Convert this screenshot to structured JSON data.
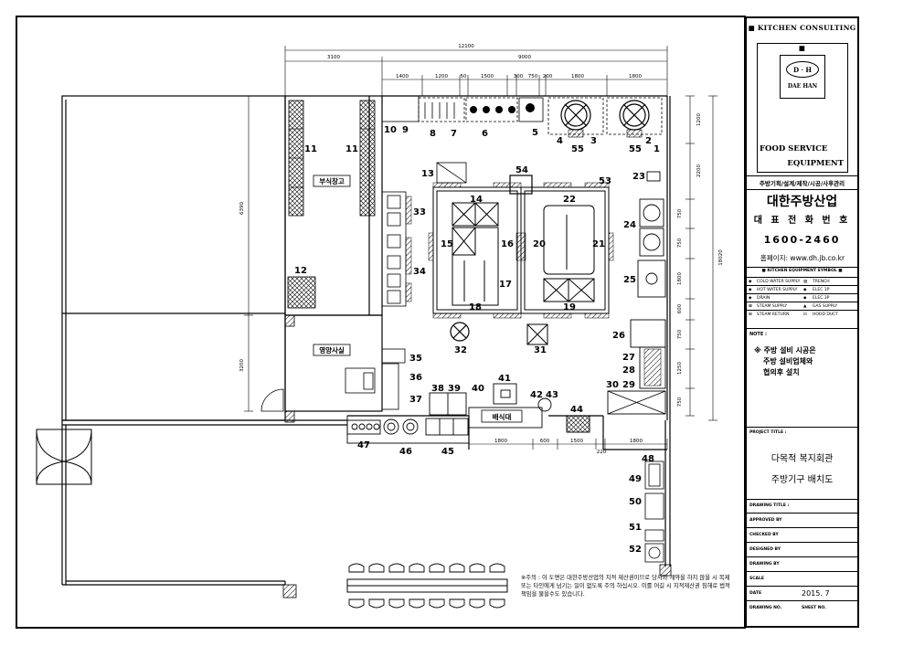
{
  "drawing": {
    "top_dims": {
      "overall": "12100",
      "left": "3100",
      "right": "9000"
    },
    "segment_dims": [
      "1400",
      "1200",
      "50",
      "1500",
      "300",
      "750",
      "200",
      "1800",
      "1800"
    ],
    "left_dim": "6390",
    "left_dim2": "3200",
    "bottom_dims": [
      "1800",
      "600",
      "1500",
      "220",
      "1800"
    ],
    "right_dims": [
      "1200",
      "2200",
      "750",
      "750",
      "1800",
      "600",
      "750",
      "1250",
      "750"
    ],
    "right_overall": "18020",
    "rooms": {
      "storage": "부식창고",
      "nutrition": "영양사실",
      "serving": "배식대"
    },
    "equipment_numbers": {
      "n1": "1",
      "n2": "2",
      "n3": "3",
      "n4": "4",
      "n5": "5",
      "n6": "6",
      "n7": "7",
      "n8": "8",
      "n9": "9",
      "n10": "10",
      "n11a": "11",
      "n11b": "11",
      "n12": "12",
      "n13": "13",
      "n14": "14",
      "n15": "15",
      "n16": "16",
      "n17": "17",
      "n18": "18",
      "n19": "19",
      "n20": "20",
      "n21": "21",
      "n22": "22",
      "n23": "23",
      "n24": "24",
      "n25": "25",
      "n26": "26",
      "n27": "27",
      "n28": "28",
      "n29": "29",
      "n30": "30",
      "n31": "31",
      "n32": "32",
      "n33": "33",
      "n34": "34",
      "n35": "35",
      "n36": "36",
      "n37": "37",
      "n38": "38",
      "n39": "39",
      "n40": "40",
      "n41": "41",
      "n42": "42",
      "n43": "43",
      "n44": "44",
      "n45": "45",
      "n46": "46",
      "n47": "47",
      "n48": "48",
      "n49": "49",
      "n50": "50",
      "n51": "51",
      "n52": "52",
      "n53": "53",
      "n54": "54",
      "n55a": "55",
      "n55b": "55"
    },
    "notice": "※주의 : 이 도면은 대한주방산업의 지적 재산권이므로 당사와 계약을 하지 않을 시 복제 또는 타인에게 넘기는 일이 없도록 주의 하십시오. 이를 어길 시 지적재산권 침해로 법적 책임을 물을수도 있습니다."
  },
  "title_block": {
    "consulting": "■ KITCHEN CONSULTING ■",
    "logo_mark": "D · H",
    "logo_name": "DAE HAN",
    "food_service": "FOOD SERVICE",
    "equipment": "EQUIPMENT",
    "services": "주방기획/설계/제작/시공/사후관리",
    "company": "대한주방산업",
    "rep_phone_label": "대 표 전 화 번 호",
    "phone": "1600-2460",
    "homepage": "홈페이지: www.dh.jb.co.kr",
    "symbol_title": "■ KITCHEN EQUIPMENT SYMBOL ■",
    "symbols": [
      [
        "COLD WATER SUPPLY",
        "TRENCH"
      ],
      [
        "HOT WATER SUPPLY",
        "ELEC 1P"
      ],
      [
        "DRAIN",
        "ELEC 3P"
      ],
      [
        "STEAM SUPPLY",
        "GAS SUPPLY"
      ],
      [
        "STEAM RETURN",
        "HOOD DUCT"
      ]
    ],
    "note_label": "NOTE :",
    "note_lines": [
      "※ 주방 설비 시공은",
      "주방 설비업체와",
      "협의후 설치"
    ],
    "project_title_label": "PROJECT TITLE :",
    "project_title_1": "다목적 복지회관",
    "project_title_2": "주방기구 배치도",
    "drawing_title_label": "DRAWING TITLE :",
    "rows": [
      "APPROVED BY",
      "CHECKED BY",
      "DESIGNED BY",
      "DRAWING BY",
      "SCALE",
      "DATE",
      "DRAWING NO."
    ],
    "date": "2015. 7",
    "sheet_no": "SHEET NO."
  }
}
